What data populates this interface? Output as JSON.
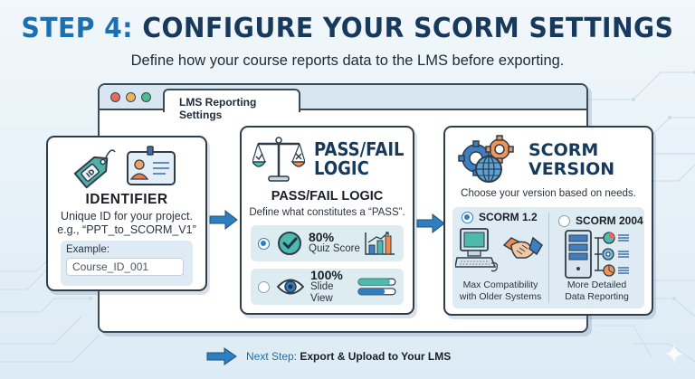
{
  "header": {
    "title_step": "STEP 4:",
    "title_rest": "CONFIGURE YOUR SCORM SETTINGS",
    "subtitle": "Define how your course reports data to the LMS before exporting."
  },
  "window": {
    "tab_label": "LMS Reporting Settings",
    "controls": [
      "close",
      "minimize",
      "maximize"
    ]
  },
  "identifier": {
    "icons": [
      "id-tag-icon",
      "id-badge-icon"
    ],
    "title": "IDENTIFIER",
    "desc_line1": "Unique ID for your project.",
    "desc_line2": "e.g., “PPT_to_SCORM_V1”",
    "example_label": "Example:",
    "example_value": "Course_ID_001"
  },
  "pass_fail": {
    "icon": "balance-scale-icon",
    "big_title_line1": "PASS/FAIL",
    "big_title_line2": "LOGIC",
    "subtitle": "PASS/FAIL LOGIC",
    "desc": "Define what constitutes a “PASS”.",
    "options": [
      {
        "value": "80%",
        "label": "Quiz Score",
        "selected": true,
        "icon": "checkmark-circle-icon",
        "aside_icon": "bar-chart-icon"
      },
      {
        "value": "100%",
        "label": "Slide View",
        "selected": false,
        "icon": "eye-icon",
        "aside_icon": "progress-bars-icon"
      }
    ]
  },
  "scorm_version": {
    "icon": "gears-globe-icon",
    "big_title_line1": "SCORM",
    "big_title_line2": "VERSION",
    "desc": "Choose your version based on needs.",
    "options": [
      {
        "label": "SCORM 1.2",
        "selected": true,
        "icon": "computer-handshake-icon",
        "desc_line1": "Max Compatibility",
        "desc_line2": "with Older Systems"
      },
      {
        "label": "SCORM 2004",
        "selected": false,
        "icon": "server-reports-icon",
        "desc_line1": "More Detailed",
        "desc_line2": "Data Reporting"
      }
    ]
  },
  "footer": {
    "next_label": "Next Step:",
    "next_text": "Export & Upload to Your LMS"
  },
  "colors": {
    "title_accent": "#1b6fb3",
    "title_dark": "#173a5c",
    "arrow_blue": "#2d7fc1",
    "teal": "#3aa7a0",
    "orange": "#e88a4a"
  }
}
